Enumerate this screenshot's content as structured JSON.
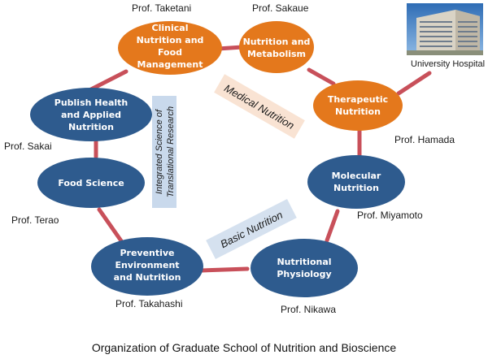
{
  "colors": {
    "orange": "#E4781C",
    "blue": "#2E5B8E",
    "connector": "#C8505A",
    "band_medical": "#F9E3D3",
    "band_basic": "#D5E1EF",
    "band_integrated": "#C9D9EC"
  },
  "nodes": {
    "clinical": {
      "label": [
        "Clinical",
        "Nutrition and",
        "Food",
        "Management"
      ],
      "professor": "Prof. Taketani"
    },
    "metabolism": {
      "label": [
        "Nutrition and",
        "Metabolism"
      ],
      "professor": "Prof. Sakaue"
    },
    "therapeutic": {
      "label": [
        "Therapeutic",
        "Nutrition"
      ],
      "professor": "Prof. Hamada"
    },
    "molecular": {
      "label": [
        "Molecular",
        "Nutrition"
      ],
      "professor": "Prof. Miyamoto"
    },
    "physiology": {
      "label": [
        "Nutritional",
        "Physiology"
      ],
      "professor": "Prof. Nikawa"
    },
    "preventive": {
      "label": [
        "Preventive",
        "Environment",
        "and Nutrition"
      ],
      "professor": "Prof. Takahashi"
    },
    "food_science": {
      "label": [
        "Food Science"
      ],
      "professor": "Prof. Terao"
    },
    "public_health": {
      "label": [
        "Publish Health",
        "and Applied",
        "Nutrition"
      ],
      "professor": "Prof. Sakai"
    }
  },
  "bands": {
    "medical": "Medical Nutrition",
    "basic": "Basic Nutrition",
    "integrated": [
      "Integrated Science of",
      "Translational Research"
    ]
  },
  "hospital": {
    "label": "University Hospital",
    "icon": "hospital-building-icon"
  },
  "caption": "Organization of Graduate School of  Nutrition and Bioscience"
}
